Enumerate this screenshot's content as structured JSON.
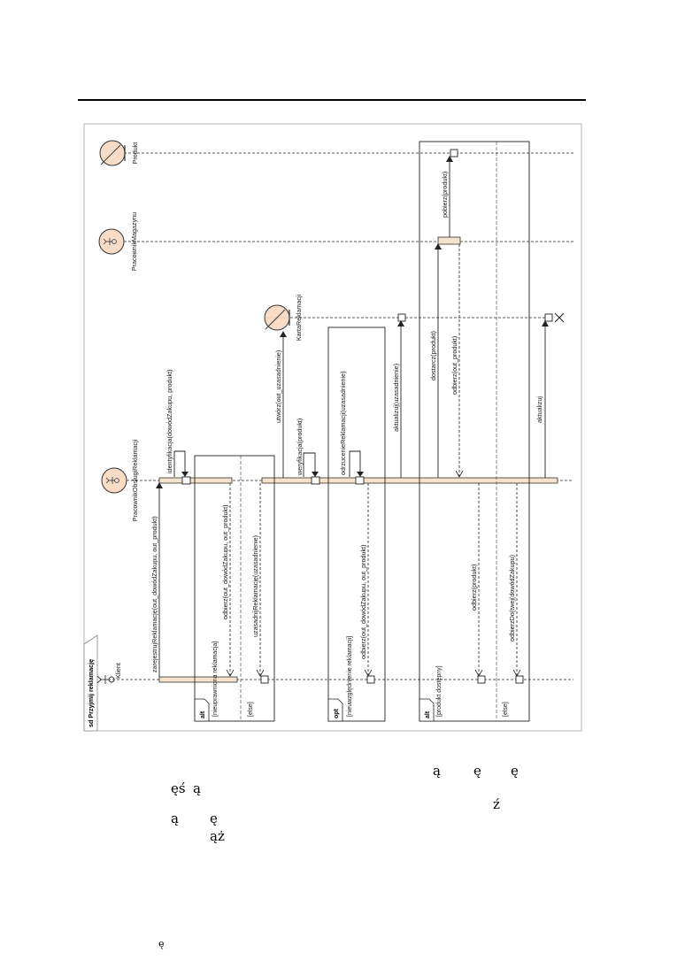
{
  "diagram": {
    "title": "sd Przyjmij reklamację",
    "lifelines": [
      {
        "id": "klient",
        "label": "Klient",
        "kind": "actor"
      },
      {
        "id": "pracownik_obslugi",
        "label": "PracownikObsługiReklamacji",
        "kind": "actor-control"
      },
      {
        "id": "karta",
        "label": "KartaReklamacji",
        "kind": "entity"
      },
      {
        "id": "pracownik_magazynu",
        "label": "PracownikMagazynu",
        "kind": "actor-control"
      },
      {
        "id": "produkt",
        "label": "Produkt",
        "kind": "entity"
      }
    ],
    "messages": [
      {
        "id": "m1",
        "text": "zarejestrujReklamację(out_dowódZakupu, out_produkt)",
        "type": "sync"
      },
      {
        "id": "m2",
        "text": "identyfikacja(dowódZakupu, produkt)",
        "type": "self"
      },
      {
        "id": "m3",
        "text": "odbierz(out_dowódZakupu, out_produkt)",
        "type": "return"
      },
      {
        "id": "m4",
        "text": "uzasadnijReklamację(uzasadnienie)",
        "type": "return"
      },
      {
        "id": "m5",
        "text": "utwórz(out_uzasadnienie)",
        "type": "create"
      },
      {
        "id": "m6",
        "text": "weryfikacja(produkt)",
        "type": "self"
      },
      {
        "id": "m7",
        "text": "odrzucenieReklamacji(uzasadnienie)",
        "type": "self"
      },
      {
        "id": "m8",
        "text": "odbierz(out_dowódZakupu, out_produkt)",
        "type": "return"
      },
      {
        "id": "m9",
        "text": "aktualizuj(uzasadnienie)",
        "type": "sync"
      },
      {
        "id": "m10",
        "text": "dostarcz(produkt)",
        "type": "sync"
      },
      {
        "id": "m11",
        "text": "pobierz(produkt)",
        "type": "sync"
      },
      {
        "id": "m12",
        "text": "odbierz(out_produkt)",
        "type": "return"
      },
      {
        "id": "m13",
        "text": "odbierz(produkt)",
        "type": "return"
      },
      {
        "id": "m14",
        "text": "odbierzDo(twej(dowódZakupu)",
        "type": "return"
      },
      {
        "id": "m15",
        "text": "aktualizuj",
        "type": "sync"
      }
    ],
    "fragments": [
      {
        "id": "f1",
        "operator": "alt",
        "guards": [
          "[nieuprawniona reklamacja]",
          "[else]"
        ]
      },
      {
        "id": "f2",
        "operator": "opt",
        "guards": [
          "[nieuwzględnienie reklamacji]"
        ]
      },
      {
        "id": "f3",
        "operator": "alt",
        "guards": [
          "[produkt dostępny]",
          "[else]"
        ]
      }
    ]
  },
  "page_text": {
    "frag1": "ą",
    "frag2": "ę",
    "frag3": "ę",
    "frag4": "ęś",
    "frag5": "ą",
    "frag6": "ź",
    "frag7": "ą",
    "frag8": "ę",
    "frag9": "ąż",
    "frag10": "ę"
  }
}
